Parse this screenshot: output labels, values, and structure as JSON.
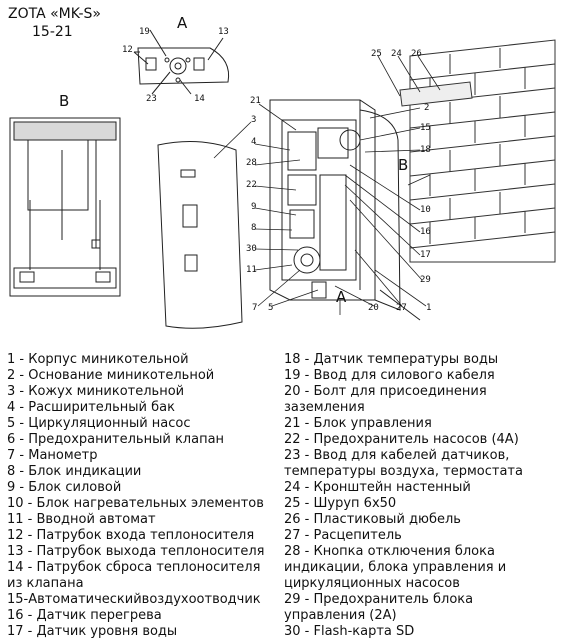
{
  "header": {
    "title": "ZOTA «MK-S»",
    "subtitle": "15-21"
  },
  "view_labels": {
    "a_top": "A",
    "b_left": "B",
    "b_right": "B",
    "a_bottom": "A"
  },
  "callouts_top": [
    "19",
    "13",
    "12",
    "23",
    "14"
  ],
  "callouts_main": [
    "21",
    "3",
    "4",
    "28",
    "22",
    "9",
    "8",
    "30",
    "11",
    "7",
    "5",
    "15",
    "2",
    "18",
    "10",
    "16",
    "17",
    "29",
    "20",
    "27",
    "1",
    "25",
    "24",
    "26"
  ],
  "legend_left": [
    "1 - Корпус миникотельной",
    "2 - Основание миникотельной",
    "3 - Кожух миникотельной",
    "4 - Расширительный бак",
    "5 - Циркуляционный насос",
    "6 - Предохранительный клапан",
    "7 - Манометр",
    "8 - Блок индикации",
    "9 - Блок силовой",
    "10 - Блок нагревательных элементов",
    "11 - Вводной автомат",
    "12 - Патрубок входа теплоносителя",
    "13 - Патрубок выхода теплоносителя",
    "14 - Патрубок сброса теплоносителя",
    "из клапана",
    "15-Автоматическийвоздухоотводчик",
    "16 - Датчик перегрева",
    "17 - Датчик уровня воды"
  ],
  "legend_right": [
    "18 - Датчик температуры воды",
    "19 - Ввод для силового кабеля",
    "20 - Болт для присоединения",
    "заземления",
    "21 - Блок управления",
    "22 - Предохранитель насосов (4А)",
    "23 - Ввод для кабелей датчиков,",
    "температуры воздуха, термостата",
    "24 - Кронштейн настенный",
    "25 - Шуруп 6х50",
    "26 - Пластиковый дюбель",
    "27 - Расцепитель",
    "28 - Кнопка отключения блока",
    "индикации, блока управления и",
    "циркуляционных насосов",
    "29 - Предохранитель блока",
    "управления (2А)",
    "30 - Flash-карта SD"
  ]
}
